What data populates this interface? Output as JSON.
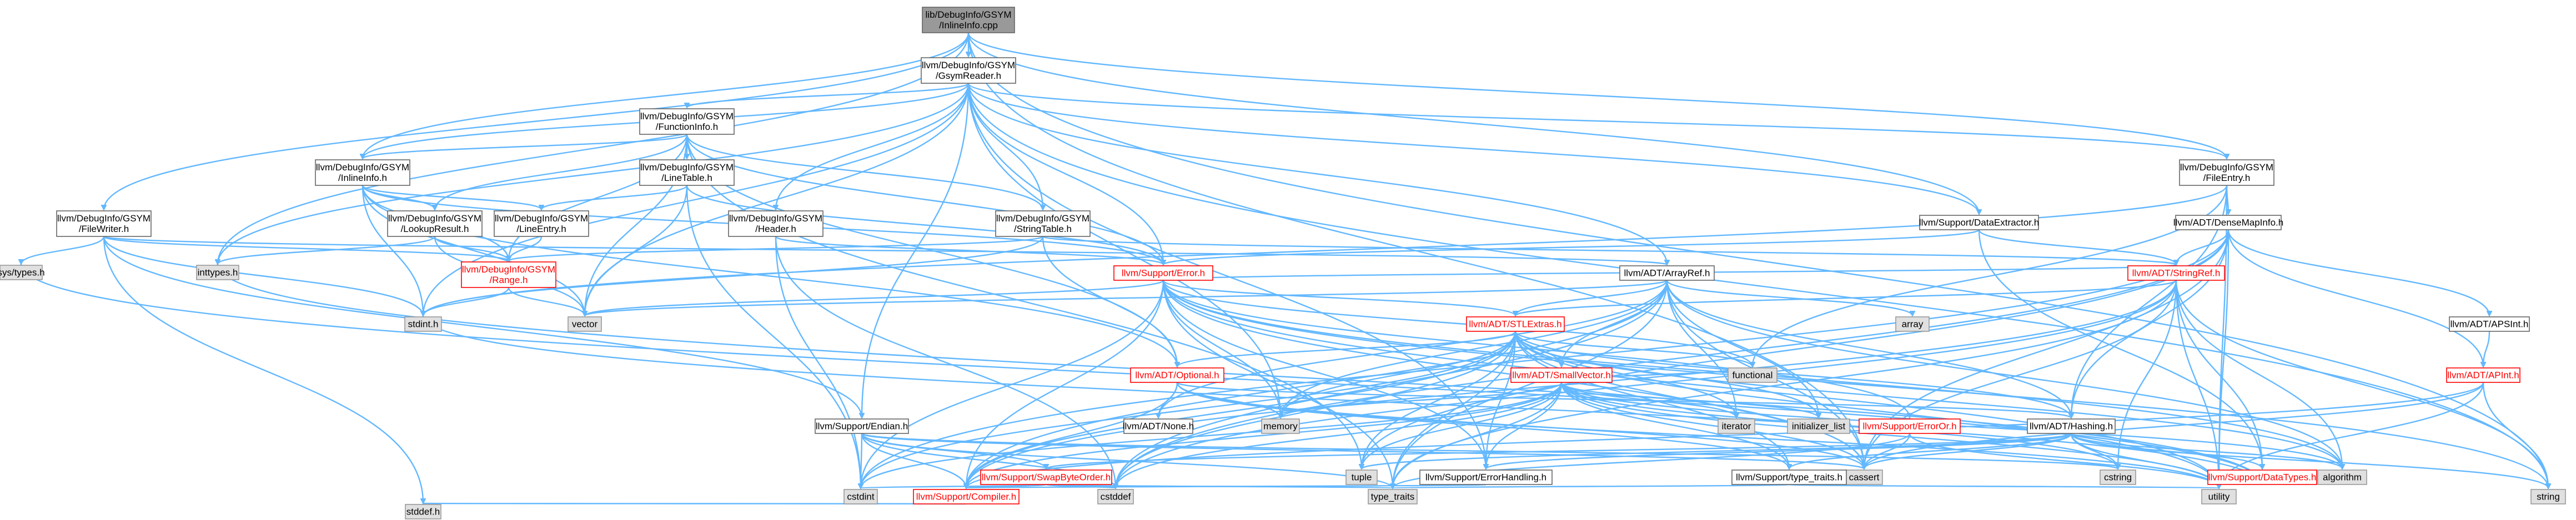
{
  "graph": {
    "colors": {
      "edge": "#63b8ff",
      "node_fill": "#ffffff",
      "node_stroke": "#666666",
      "root_fill": "#999999",
      "root_stroke": "#666666",
      "system_fill": "#e0e0e0",
      "system_stroke": "#999999",
      "truncated_stroke": "#ff0000",
      "text": "#000000",
      "truncated_text": "#ff0000"
    },
    "nodes": [
      {
        "id": "root",
        "lines": [
          "lib/DebugInfo/GSYM",
          "/InlineInfo.cpp"
        ],
        "kind": "root",
        "interactable": false
      },
      {
        "id": "gsymreader",
        "lines": [
          "llvm/DebugInfo/GSYM",
          "/GsymReader.h"
        ],
        "kind": "normal",
        "interactable": true
      },
      {
        "id": "functioninfo",
        "lines": [
          "llvm/DebugInfo/GSYM",
          "/FunctionInfo.h"
        ],
        "kind": "normal",
        "interactable": true
      },
      {
        "id": "inlineinfo",
        "lines": [
          "llvm/DebugInfo/GSYM",
          "/InlineInfo.h"
        ],
        "kind": "normal",
        "interactable": true
      },
      {
        "id": "linetable",
        "lines": [
          "llvm/DebugInfo/GSYM",
          "/LineTable.h"
        ],
        "kind": "normal",
        "interactable": true
      },
      {
        "id": "lookupresult",
        "lines": [
          "llvm/DebugInfo/GSYM",
          "/LookupResult.h"
        ],
        "kind": "normal",
        "interactable": true
      },
      {
        "id": "lineentry",
        "lines": [
          "llvm/DebugInfo/GSYM",
          "/LineEntry.h"
        ],
        "kind": "normal",
        "interactable": true
      },
      {
        "id": "range",
        "lines": [
          "llvm/DebugInfo/GSYM",
          "/Range.h"
        ],
        "kind": "truncated",
        "interactable": true
      },
      {
        "id": "header",
        "lines": [
          "llvm/DebugInfo/GSYM",
          "/Header.h"
        ],
        "kind": "normal",
        "interactable": true
      },
      {
        "id": "stringtable",
        "lines": [
          "llvm/DebugInfo/GSYM",
          "/StringTable.h"
        ],
        "kind": "normal",
        "interactable": true
      },
      {
        "id": "fileentry",
        "lines": [
          "llvm/DebugInfo/GSYM",
          "/FileEntry.h"
        ],
        "kind": "normal",
        "interactable": true
      },
      {
        "id": "filewriter",
        "lines": [
          "llvm/DebugInfo/GSYM",
          "/FileWriter.h"
        ],
        "kind": "normal",
        "interactable": true
      },
      {
        "id": "dataextractor",
        "lines": [
          "llvm/Support/DataExtractor.h"
        ],
        "kind": "normal",
        "interactable": true
      },
      {
        "id": "densemapinfo",
        "lines": [
          "llvm/ADT/DenseMapInfo.h"
        ],
        "kind": "normal",
        "interactable": true
      },
      {
        "id": "systypes",
        "lines": [
          "sys/types.h"
        ],
        "kind": "system",
        "interactable": false
      },
      {
        "id": "inttypes",
        "lines": [
          "inttypes.h"
        ],
        "kind": "system",
        "interactable": false
      },
      {
        "id": "stdinth",
        "lines": [
          "stdint.h"
        ],
        "kind": "system",
        "interactable": false
      },
      {
        "id": "vector",
        "lines": [
          "vector"
        ],
        "kind": "system",
        "interactable": false
      },
      {
        "id": "error",
        "lines": [
          "llvm/Support/Error.h"
        ],
        "kind": "truncated",
        "interactable": true
      },
      {
        "id": "arrayref",
        "lines": [
          "llvm/ADT/ArrayRef.h"
        ],
        "kind": "normal",
        "interactable": true
      },
      {
        "id": "stringref",
        "lines": [
          "llvm/ADT/StringRef.h"
        ],
        "kind": "truncated",
        "interactable": true
      },
      {
        "id": "apint",
        "lines": [
          "llvm/ADT/APSInt.h"
        ],
        "kind": "normal",
        "interactable": true
      },
      {
        "id": "apinth",
        "lines": [
          "llvm/ADT/APInt.h"
        ],
        "kind": "truncated",
        "interactable": true
      },
      {
        "id": "array",
        "lines": [
          "array"
        ],
        "kind": "system",
        "interactable": false
      },
      {
        "id": "stlextras",
        "lines": [
          "llvm/ADT/STLExtras.h"
        ],
        "kind": "truncated",
        "interactable": true
      },
      {
        "id": "functional",
        "lines": [
          "functional"
        ],
        "kind": "system",
        "interactable": false
      },
      {
        "id": "optional",
        "lines": [
          "llvm/ADT/Optional.h"
        ],
        "kind": "truncated",
        "interactable": true
      },
      {
        "id": "smallvector",
        "lines": [
          "llvm/ADT/SmallVector.h"
        ],
        "kind": "truncated",
        "interactable": true
      },
      {
        "id": "endian",
        "lines": [
          "llvm/Support/Endian.h"
        ],
        "kind": "normal",
        "interactable": true
      },
      {
        "id": "none",
        "lines": [
          "llvm/ADT/None.h"
        ],
        "kind": "normal",
        "interactable": true
      },
      {
        "id": "memory",
        "lines": [
          "memory"
        ],
        "kind": "system",
        "interactable": false
      },
      {
        "id": "iterator",
        "lines": [
          "iterator"
        ],
        "kind": "system",
        "interactable": false
      },
      {
        "id": "initlist",
        "lines": [
          "initializer_list"
        ],
        "kind": "system",
        "interactable": false
      },
      {
        "id": "erroror",
        "lines": [
          "llvm/Support/ErrorOr.h"
        ],
        "kind": "truncated",
        "interactable": true
      },
      {
        "id": "hashing",
        "lines": [
          "llvm/ADT/Hashing.h"
        ],
        "kind": "normal",
        "interactable": true
      },
      {
        "id": "tuple",
        "lines": [
          "tuple"
        ],
        "kind": "system",
        "interactable": false
      },
      {
        "id": "cassert",
        "lines": [
          "cassert"
        ],
        "kind": "system",
        "interactable": false
      },
      {
        "id": "cstring",
        "lines": [
          "cstring"
        ],
        "kind": "system",
        "interactable": false
      },
      {
        "id": "swapbyteorder",
        "lines": [
          "llvm/Support/SwapByteOrder.h"
        ],
        "kind": "truncated",
        "interactable": true
      },
      {
        "id": "errorhandling",
        "lines": [
          "llvm/Support/ErrorHandling.h"
        ],
        "kind": "normal",
        "interactable": true
      },
      {
        "id": "typetraitsllvm",
        "lines": [
          "llvm/Support/type_traits.h"
        ],
        "kind": "normal",
        "interactable": true
      },
      {
        "id": "datatypes",
        "lines": [
          "llvm/Support/DataTypes.h"
        ],
        "kind": "truncated",
        "interactable": true
      },
      {
        "id": "algorithm",
        "lines": [
          "algorithm"
        ],
        "kind": "system",
        "interactable": false
      },
      {
        "id": "cstdint",
        "lines": [
          "cstdint"
        ],
        "kind": "system",
        "interactable": false
      },
      {
        "id": "compiler",
        "lines": [
          "llvm/Support/Compiler.h"
        ],
        "kind": "truncated",
        "interactable": true
      },
      {
        "id": "cstddef",
        "lines": [
          "cstddef"
        ],
        "kind": "system",
        "interactable": false
      },
      {
        "id": "typetraits",
        "lines": [
          "type_traits"
        ],
        "kind": "system",
        "interactable": false
      },
      {
        "id": "utility",
        "lines": [
          "utility"
        ],
        "kind": "system",
        "interactable": false
      },
      {
        "id": "string",
        "lines": [
          "string"
        ],
        "kind": "system",
        "interactable": false
      },
      {
        "id": "stddef",
        "lines": [
          "stddef.h"
        ],
        "kind": "system",
        "interactable": false
      }
    ],
    "edges": [
      [
        "root",
        "gsymreader"
      ],
      [
        "root",
        "filewriter"
      ],
      [
        "root",
        "inlineinfo"
      ],
      [
        "root",
        "dataextractor"
      ],
      [
        "root",
        "inttypes"
      ],
      [
        "root",
        "fileentry"
      ],
      [
        "root",
        "cassert"
      ],
      [
        "root",
        "string"
      ],
      [
        "gsymreader",
        "functioninfo"
      ],
      [
        "gsymreader",
        "inlineinfo"
      ],
      [
        "gsymreader",
        "header"
      ],
      [
        "gsymreader",
        "stringtable"
      ],
      [
        "gsymreader",
        "fileentry"
      ],
      [
        "gsymreader",
        "dataextractor"
      ],
      [
        "gsymreader",
        "arrayref"
      ],
      [
        "gsymreader",
        "endian"
      ],
      [
        "gsymreader",
        "error"
      ],
      [
        "gsymreader",
        "inttypes"
      ],
      [
        "gsymreader",
        "memory"
      ],
      [
        "gsymreader",
        "stdinth"
      ],
      [
        "gsymreader",
        "string"
      ],
      [
        "gsymreader",
        "vector"
      ],
      [
        "gsymreader",
        "errorhandling"
      ],
      [
        "functioninfo",
        "inlineinfo"
      ],
      [
        "functioninfo",
        "linetable"
      ],
      [
        "functioninfo",
        "lookupresult"
      ],
      [
        "functioninfo",
        "range"
      ],
      [
        "functioninfo",
        "stringtable"
      ],
      [
        "functioninfo",
        "optional"
      ],
      [
        "functioninfo",
        "error"
      ],
      [
        "functioninfo",
        "tuple"
      ],
      [
        "functioninfo",
        "vector"
      ],
      [
        "inlineinfo",
        "optional"
      ],
      [
        "inlineinfo",
        "lookupresult"
      ],
      [
        "inlineinfo",
        "lineentry"
      ],
      [
        "inlineinfo",
        "range"
      ],
      [
        "inlineinfo",
        "error"
      ],
      [
        "inlineinfo",
        "stdinth"
      ],
      [
        "inlineinfo",
        "vector"
      ],
      [
        "linetable",
        "lineentry"
      ],
      [
        "linetable",
        "error"
      ],
      [
        "linetable",
        "cstdint"
      ],
      [
        "linetable",
        "vector"
      ],
      [
        "lookupresult",
        "range"
      ],
      [
        "lookupresult",
        "inttypes"
      ],
      [
        "lookupresult",
        "vector"
      ],
      [
        "lineentry",
        "range"
      ],
      [
        "range",
        "stdinth"
      ],
      [
        "range",
        "vector"
      ],
      [
        "header",
        "error"
      ],
      [
        "header",
        "cstddef"
      ],
      [
        "header",
        "cstdint"
      ],
      [
        "stringtable",
        "stringref"
      ],
      [
        "stringtable",
        "range"
      ],
      [
        "stringtable",
        "optional"
      ],
      [
        "stringtable",
        "stdinth"
      ],
      [
        "fileentry",
        "densemapinfo"
      ],
      [
        "fileentry",
        "hashing"
      ],
      [
        "fileentry",
        "functional"
      ],
      [
        "fileentry",
        "stdinth"
      ],
      [
        "fileentry",
        "utility"
      ],
      [
        "filewriter",
        "arrayref"
      ],
      [
        "filewriter",
        "endian"
      ],
      [
        "filewriter",
        "stdinth"
      ],
      [
        "filewriter",
        "stddef"
      ],
      [
        "filewriter",
        "systypes"
      ],
      [
        "filewriter",
        "range"
      ],
      [
        "dataextractor",
        "stringref"
      ],
      [
        "dataextractor",
        "error"
      ],
      [
        "dataextractor",
        "datatypes"
      ],
      [
        "densemapinfo",
        "apint"
      ],
      [
        "densemapinfo",
        "apinth"
      ],
      [
        "densemapinfo",
        "stringref"
      ],
      [
        "densemapinfo",
        "hashing"
      ],
      [
        "densemapinfo",
        "cassert"
      ],
      [
        "densemapinfo",
        "cstddef"
      ],
      [
        "densemapinfo",
        "cstdint"
      ],
      [
        "densemapinfo",
        "tuple"
      ],
      [
        "densemapinfo",
        "utility"
      ],
      [
        "apint",
        "apinth"
      ],
      [
        "apinth",
        "compiler"
      ],
      [
        "apinth",
        "cassert"
      ],
      [
        "apinth",
        "string"
      ],
      [
        "apinth",
        "utility"
      ],
      [
        "arrayref",
        "hashing"
      ],
      [
        "arrayref",
        "none"
      ],
      [
        "arrayref",
        "smallvector"
      ],
      [
        "arrayref",
        "stlextras"
      ],
      [
        "arrayref",
        "compiler"
      ],
      [
        "arrayref",
        "algorithm"
      ],
      [
        "arrayref",
        "array"
      ],
      [
        "arrayref",
        "cassert"
      ],
      [
        "arrayref",
        "cstddef"
      ],
      [
        "arrayref",
        "initlist"
      ],
      [
        "arrayref",
        "iterator"
      ],
      [
        "arrayref",
        "memory"
      ],
      [
        "arrayref",
        "typetraits"
      ],
      [
        "arrayref",
        "vector"
      ],
      [
        "stringref",
        "stlextras"
      ],
      [
        "stringref",
        "compiler"
      ],
      [
        "stringref",
        "datatypes"
      ],
      [
        "stringref",
        "algorithm"
      ],
      [
        "stringref",
        "cassert"
      ],
      [
        "stringref",
        "cstddef"
      ],
      [
        "stringref",
        "cstring"
      ],
      [
        "stringref",
        "limits"
      ],
      [
        "stringref",
        "string"
      ],
      [
        "stringref",
        "typetraits"
      ],
      [
        "stringref",
        "utility"
      ],
      [
        "error",
        "stlextras"
      ],
      [
        "error",
        "stringref"
      ],
      [
        "error",
        "twine"
      ],
      [
        "error",
        "compiler"
      ],
      [
        "error",
        "errorhandling"
      ],
      [
        "error",
        "errorcategory"
      ],
      [
        "error",
        "errorOr"
      ],
      [
        "error",
        "algorithm"
      ],
      [
        "error",
        "cassert"
      ],
      [
        "error",
        "cstdint"
      ],
      [
        "error",
        "functional"
      ],
      [
        "error",
        "memory"
      ],
      [
        "error",
        "string"
      ],
      [
        "error",
        "vector"
      ],
      [
        "error",
        "typetraits"
      ],
      [
        "error",
        "utility"
      ],
      [
        "error",
        "erroror"
      ],
      [
        "stlextras",
        "optional"
      ],
      [
        "stlextras",
        "smallvector"
      ],
      [
        "stlextras",
        "hashing"
      ],
      [
        "stlextras",
        "errorhandling"
      ],
      [
        "stlextras",
        "typetraitsllvm"
      ],
      [
        "stlextras",
        "compiler"
      ],
      [
        "stlextras",
        "algorithm"
      ],
      [
        "stlextras",
        "cassert"
      ],
      [
        "stlextras",
        "cstddef"
      ],
      [
        "stlextras",
        "cstdint"
      ],
      [
        "stlextras",
        "functional"
      ],
      [
        "stlextras",
        "initlist"
      ],
      [
        "stlextras",
        "iterator"
      ],
      [
        "stlextras",
        "memory"
      ],
      [
        "stlextras",
        "tuple"
      ],
      [
        "stlextras",
        "typetraits"
      ],
      [
        "stlextras",
        "utility"
      ],
      [
        "optional",
        "none"
      ],
      [
        "optional",
        "hashing"
      ],
      [
        "optional",
        "typetraitsllvm"
      ],
      [
        "optional",
        "compiler"
      ],
      [
        "optional",
        "cassert"
      ],
      [
        "optional",
        "memory"
      ],
      [
        "optional",
        "new"
      ],
      [
        "optional",
        "utility"
      ],
      [
        "smallvector",
        "compiler"
      ],
      [
        "smallvector",
        "typetraitsllvm"
      ],
      [
        "smallvector",
        "algorithm"
      ],
      [
        "smallvector",
        "cassert"
      ],
      [
        "smallvector",
        "cstddef"
      ],
      [
        "smallvector",
        "cstdint"
      ],
      [
        "smallvector",
        "cstring"
      ],
      [
        "smallvector",
        "functional"
      ],
      [
        "smallvector",
        "initlist"
      ],
      [
        "smallvector",
        "iterator"
      ],
      [
        "smallvector",
        "memory"
      ],
      [
        "smallvector",
        "tuple"
      ],
      [
        "smallvector",
        "typetraits"
      ],
      [
        "smallvector",
        "utility"
      ],
      [
        "smallvector",
        "errorhandling"
      ],
      [
        "endian",
        "swapbyteorder"
      ],
      [
        "endian",
        "compiler"
      ],
      [
        "endian",
        "cassert"
      ],
      [
        "endian",
        "cstddef"
      ],
      [
        "endian",
        "cstdint"
      ],
      [
        "endian",
        "cstring"
      ],
      [
        "endian",
        "typetraits"
      ],
      [
        "erroror",
        "typetraits"
      ],
      [
        "erroror",
        "cassert"
      ],
      [
        "erroror",
        "utility"
      ],
      [
        "hashing",
        "errorhandling"
      ],
      [
        "hashing",
        "swapbyteorder"
      ],
      [
        "hashing",
        "typetraitsllvm"
      ],
      [
        "hashing",
        "datatypes"
      ],
      [
        "hashing",
        "algorithm"
      ],
      [
        "hashing",
        "cassert"
      ],
      [
        "hashing",
        "cstring"
      ],
      [
        "hashing",
        "string"
      ],
      [
        "hashing",
        "tuple"
      ],
      [
        "hashing",
        "utility"
      ],
      [
        "swapbyteorder",
        "compiler"
      ],
      [
        "swapbyteorder",
        "cstddef"
      ],
      [
        "swapbyteorder",
        "cstdint"
      ],
      [
        "swapbyteorder",
        "typetraits"
      ],
      [
        "errorhandling",
        "compiler"
      ],
      [
        "typetraitsllvm",
        "typetraits"
      ],
      [
        "typetraitsllvm",
        "utility"
      ],
      [
        "datatypes",
        "inttypes"
      ],
      [
        "datatypes",
        "stdinth"
      ],
      [
        "datatypes",
        "systypes"
      ],
      [
        "compiler",
        "stddef"
      ]
    ]
  }
}
